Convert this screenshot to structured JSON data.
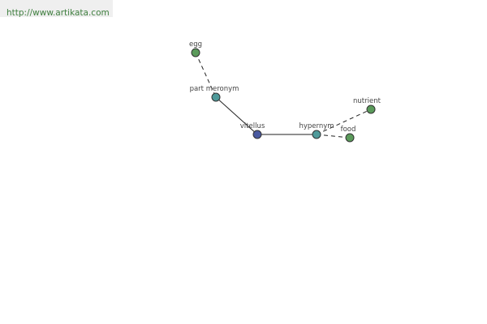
{
  "watermark": {
    "text": "http://www.artikata.com"
  },
  "graph": {
    "center": "vitellus",
    "nodes": [
      {
        "id": "egg",
        "label": "egg",
        "kind": "term",
        "color": "#5a9a5a"
      },
      {
        "id": "part_meronym",
        "label": "part meronym",
        "kind": "relation",
        "color": "#4f9a9a"
      },
      {
        "id": "vitellus",
        "label": "vitellus",
        "kind": "center",
        "color": "#4a5aa0"
      },
      {
        "id": "hypernym",
        "label": "hypernym",
        "kind": "relation",
        "color": "#4f9a9a"
      },
      {
        "id": "nutrient",
        "label": "nutrient",
        "kind": "term",
        "color": "#5a9a5a"
      },
      {
        "id": "food",
        "label": "food",
        "kind": "term",
        "color": "#5a9a5a"
      }
    ],
    "edges": [
      {
        "from": "egg",
        "to": "part_meronym",
        "style": "dashed"
      },
      {
        "from": "part_meronym",
        "to": "vitellus",
        "style": "solid"
      },
      {
        "from": "vitellus",
        "to": "hypernym",
        "style": "solid"
      },
      {
        "from": "hypernym",
        "to": "nutrient",
        "style": "dashed"
      },
      {
        "from": "hypernym",
        "to": "food",
        "style": "dashed"
      }
    ]
  }
}
